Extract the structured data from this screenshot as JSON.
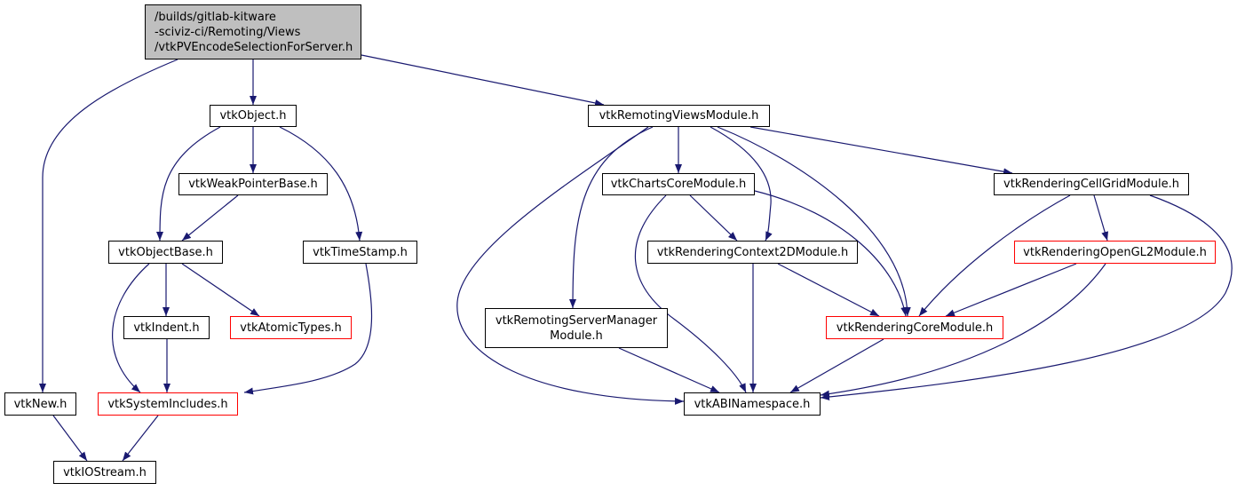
{
  "graph": {
    "edge_color": "#191970",
    "root_fill": "#bfbfbf",
    "incomplete_border_color": "#ff0000",
    "nodes": [
      {
        "id": "root",
        "label": "/builds/gitlab-kitware\n-sciviz-ci/Remoting/Views\n/vtkPVEncodeSelectionForServer.h",
        "red": false
      },
      {
        "id": "vtkObject",
        "label": "vtkObject.h",
        "red": false
      },
      {
        "id": "vtkRemotingViewsModule",
        "label": "vtkRemotingViewsModule.h",
        "red": false
      },
      {
        "id": "vtkWeakPointerBase",
        "label": "vtkWeakPointerBase.h",
        "red": false
      },
      {
        "id": "vtkChartsCoreModule",
        "label": "vtkChartsCoreModule.h",
        "red": false
      },
      {
        "id": "vtkRenderingCellGridModule",
        "label": "vtkRenderingCellGridModule.h",
        "red": false
      },
      {
        "id": "vtkObjectBase",
        "label": "vtkObjectBase.h",
        "red": false
      },
      {
        "id": "vtkTimeStamp",
        "label": "vtkTimeStamp.h",
        "red": false
      },
      {
        "id": "vtkRenderingContext2DModule",
        "label": "vtkRenderingContext2DModule.h",
        "red": false
      },
      {
        "id": "vtkRenderingOpenGL2Module",
        "label": "vtkRenderingOpenGL2Module.h",
        "red": true
      },
      {
        "id": "vtkIndent",
        "label": "vtkIndent.h",
        "red": false
      },
      {
        "id": "vtkAtomicTypes",
        "label": "vtkAtomicTypes.h",
        "red": true
      },
      {
        "id": "vtkRemotingServerManagerModule",
        "label": "vtkRemotingServerManager\nModule.h",
        "red": false
      },
      {
        "id": "vtkRenderingCoreModule",
        "label": "vtkRenderingCoreModule.h",
        "red": true
      },
      {
        "id": "vtkNew",
        "label": "vtkNew.h",
        "red": false
      },
      {
        "id": "vtkSystemIncludes",
        "label": "vtkSystemIncludes.h",
        "red": true
      },
      {
        "id": "vtkABINamespace",
        "label": "vtkABINamespace.h",
        "red": false
      },
      {
        "id": "vtkIOStream",
        "label": "vtkIOStream.h",
        "red": false
      }
    ],
    "edges": [
      [
        "root",
        "vtkNew"
      ],
      [
        "root",
        "vtkObject"
      ],
      [
        "root",
        "vtkRemotingViewsModule"
      ],
      [
        "vtkObject",
        "vtkWeakPointerBase"
      ],
      [
        "vtkObject",
        "vtkObjectBase"
      ],
      [
        "vtkObject",
        "vtkTimeStamp"
      ],
      [
        "vtkWeakPointerBase",
        "vtkObjectBase"
      ],
      [
        "vtkObjectBase",
        "vtkIndent"
      ],
      [
        "vtkObjectBase",
        "vtkAtomicTypes"
      ],
      [
        "vtkObjectBase",
        "vtkSystemIncludes"
      ],
      [
        "vtkTimeStamp",
        "vtkSystemIncludes"
      ],
      [
        "vtkIndent",
        "vtkSystemIncludes"
      ],
      [
        "vtkNew",
        "vtkIOStream"
      ],
      [
        "vtkSystemIncludes",
        "vtkIOStream"
      ],
      [
        "vtkRemotingViewsModule",
        "vtkChartsCoreModule"
      ],
      [
        "vtkRemotingViewsModule",
        "vtkABINamespace"
      ],
      [
        "vtkRemotingViewsModule",
        "vtkRemotingServerManagerModule"
      ],
      [
        "vtkRemotingViewsModule",
        "vtkRenderingContext2DModule"
      ],
      [
        "vtkRemotingViewsModule",
        "vtkRenderingCoreModule"
      ],
      [
        "vtkRemotingViewsModule",
        "vtkRenderingCellGridModule"
      ],
      [
        "vtkChartsCoreModule",
        "vtkRenderingContext2DModule"
      ],
      [
        "vtkChartsCoreModule",
        "vtkABINamespace"
      ],
      [
        "vtkChartsCoreModule",
        "vtkRenderingCoreModule"
      ],
      [
        "vtkRenderingCellGridModule",
        "vtkRenderingCoreModule"
      ],
      [
        "vtkRenderingCellGridModule",
        "vtkRenderingOpenGL2Module"
      ],
      [
        "vtkRenderingCellGridModule",
        "vtkABINamespace"
      ],
      [
        "vtkRenderingContext2DModule",
        "vtkABINamespace"
      ],
      [
        "vtkRenderingContext2DModule",
        "vtkRenderingCoreModule"
      ],
      [
        "vtkRenderingOpenGL2Module",
        "vtkRenderingCoreModule"
      ],
      [
        "vtkRenderingOpenGL2Module",
        "vtkABINamespace"
      ],
      [
        "vtkRemotingServerManagerModule",
        "vtkABINamespace"
      ],
      [
        "vtkRenderingCoreModule",
        "vtkABINamespace"
      ]
    ]
  }
}
